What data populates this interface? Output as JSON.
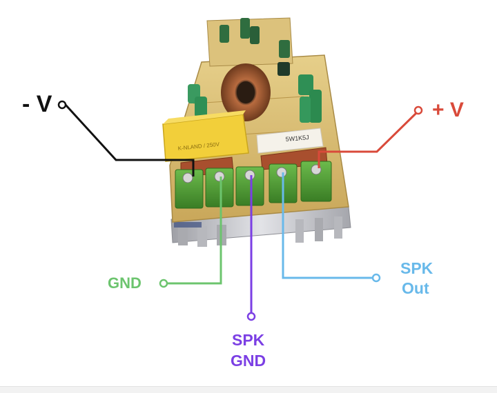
{
  "labels": {
    "neg_v": "- V",
    "pos_v": "+ V",
    "gnd": "GND",
    "spk_gnd_line1": "SPK",
    "spk_gnd_line2": "GND",
    "spk_out_line1": "SPK",
    "spk_out_line2": "Out"
  },
  "board": {
    "cap_marking": "5W1K5J",
    "relay_text": "K-NLAND / 250V"
  },
  "colors": {
    "neg_v": "#111111",
    "pos_v": "#d94a3a",
    "gnd": "#6cc46e",
    "spk_gnd": "#7b3fe4",
    "spk_out": "#68b9ea",
    "pcb": "#d9bd72",
    "terminal": "#4e9e34",
    "relay": "#f2cf3a",
    "capacitor": "#a84f2e",
    "heatsink": "#bfbfc3"
  }
}
